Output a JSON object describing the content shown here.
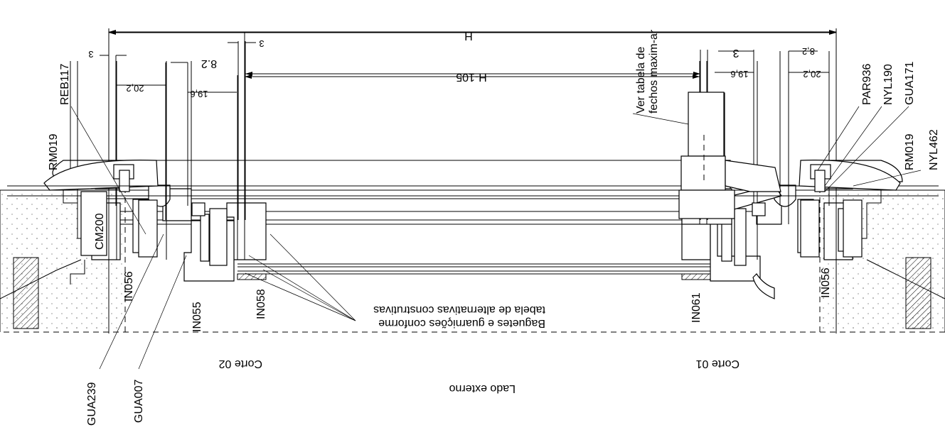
{
  "dimensions": {
    "overall": "H",
    "inner": "H-105",
    "left_gap_outer": "3",
    "left_gap_inner": "3",
    "left_offset_a": "20,2",
    "left_offset_b": "8.2",
    "left_offset_c": "19,6",
    "right_gap_inner": "3",
    "right_offset_a": "19,6",
    "right_offset_b": "8,2",
    "right_offset_c": "20,2"
  },
  "callouts": {
    "reb117": "REB117",
    "rm019_left": "RM019",
    "cm200": "CM200",
    "in056_left": "IN056",
    "in055": "IN055",
    "in058": "IN058",
    "gua239": "GUA239",
    "gua007": "GUA007",
    "in061": "IN061",
    "in056_right": "IN056",
    "par936": "PAR936",
    "nyl190": "NYL190",
    "gua171": "GUA171",
    "rm019_right": "RM019",
    "nyl462": "NYL462",
    "fechos_line1": "Ver tabela de",
    "fechos_line2": "fechos maxim-ar"
  },
  "notes": {
    "baguetes_line1": "Baguetes e guarnições conforme",
    "baguetes_line2": "tabela de alternativas construtivas"
  },
  "sections": {
    "corte_02": "Corte 02",
    "corte_01": "Corte 01"
  },
  "side_label": "Lado externo"
}
